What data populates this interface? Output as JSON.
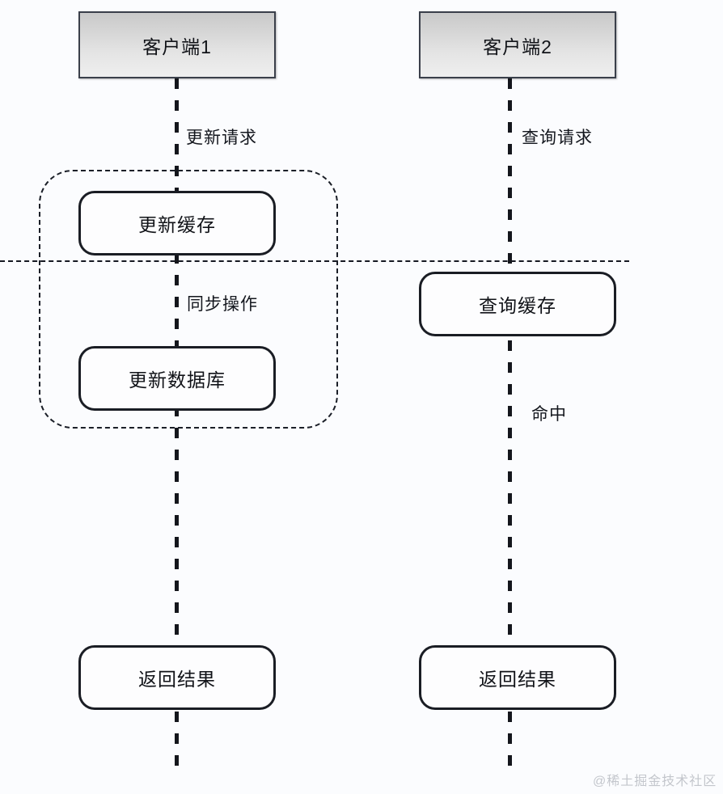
{
  "diagram": {
    "type": "sequence-diagram",
    "title_visible": false,
    "background_color": "#fbfcfe",
    "participants": [
      {
        "id": "client1",
        "label": "客户端1"
      },
      {
        "id": "client2",
        "label": "客户端2"
      }
    ],
    "lifelines": [
      {
        "id": "lifeline-client1",
        "participant": "客户端1"
      },
      {
        "id": "lifeline-client2",
        "participant": "客户端2"
      }
    ],
    "messages": [
      {
        "id": "msg-update-request",
        "label": "更新请求",
        "lane": "客户端1"
      },
      {
        "id": "msg-query-request",
        "label": "查询请求",
        "lane": "客户端2"
      },
      {
        "id": "msg-sync-operation",
        "label": "同步操作",
        "lane": "客户端1"
      },
      {
        "id": "msg-hit",
        "label": "命中",
        "lane": "客户端2"
      }
    ],
    "actions": [
      {
        "id": "action-update-cache",
        "label": "更新缓存",
        "lane": "客户端1"
      },
      {
        "id": "action-update-database",
        "label": "更新数据库",
        "lane": "客户端1"
      },
      {
        "id": "action-query-cache",
        "label": "查询缓存",
        "lane": "客户端2"
      },
      {
        "id": "action-return-result-left",
        "label": "返回结果",
        "lane": "客户端1"
      },
      {
        "id": "action-return-result-right",
        "label": "返回结果",
        "lane": "客户端2"
      }
    ],
    "group": {
      "id": "atomic-group",
      "style": "dashed-rounded",
      "encloses": [
        "更新缓存",
        "更新数据库"
      ]
    },
    "separator": {
      "id": "timeline-separator",
      "style": "dashed-horizontal"
    },
    "watermark": "@稀土掘金技术社区",
    "colors": {
      "stroke": "#1a1d24",
      "participant_fill_top": "#c9c9c9",
      "participant_fill_bottom": "#efefef",
      "action_fill": "#fdfdfe",
      "watermark": "#c3c6cc"
    }
  }
}
